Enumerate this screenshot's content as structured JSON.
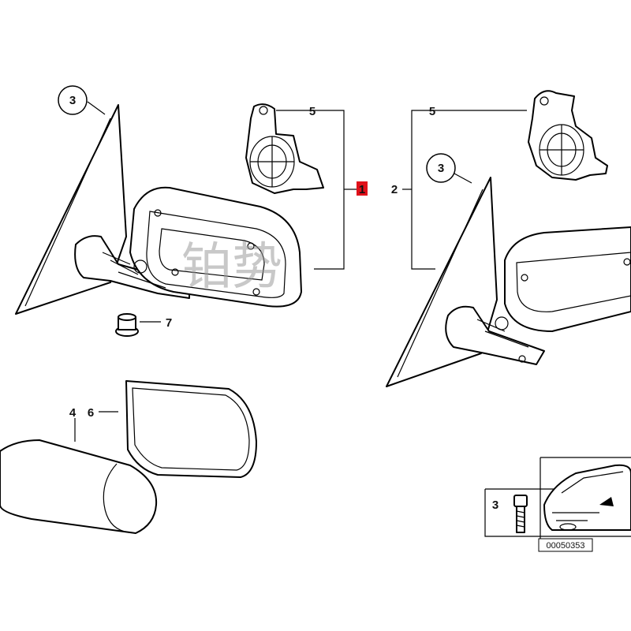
{
  "watermark": "铂势",
  "reference_code": "00050353",
  "highlight_color": "#e0101a",
  "callouts": {
    "left_glass": "3",
    "left_actuator": "5",
    "left_assembly": "1",
    "screw": "7",
    "cover_a": "4",
    "cover_b": "6",
    "right_assembly": "2",
    "right_actuator": "5",
    "right_glass": "3",
    "inset_bolt": "3"
  }
}
